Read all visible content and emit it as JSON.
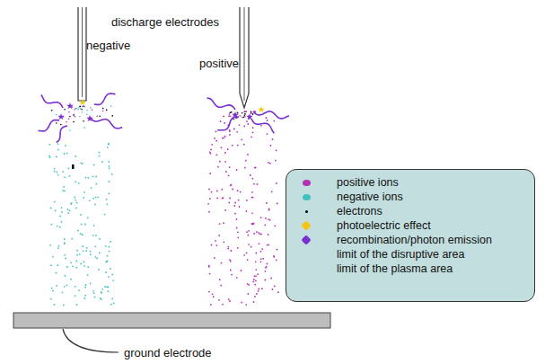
{
  "diagram": {
    "labels": [
      "discharge electrodes",
      "negative",
      "positive",
      "ground electrode"
    ],
    "legend": [
      {
        "text": "positive ions",
        "color": "#b52fb5"
      },
      {
        "text": "negative ions",
        "color": "#3fc2c2"
      },
      {
        "text": "electrons",
        "color": "#000000"
      },
      {
        "text": "photoelectric effect",
        "color": "#f5c518"
      },
      {
        "text": "recombination/photon emission",
        "color": "#7a2fd0"
      },
      {
        "text": "limit of the disruptive area"
      },
      {
        "text": "limit of the plasma area"
      }
    ]
  }
}
